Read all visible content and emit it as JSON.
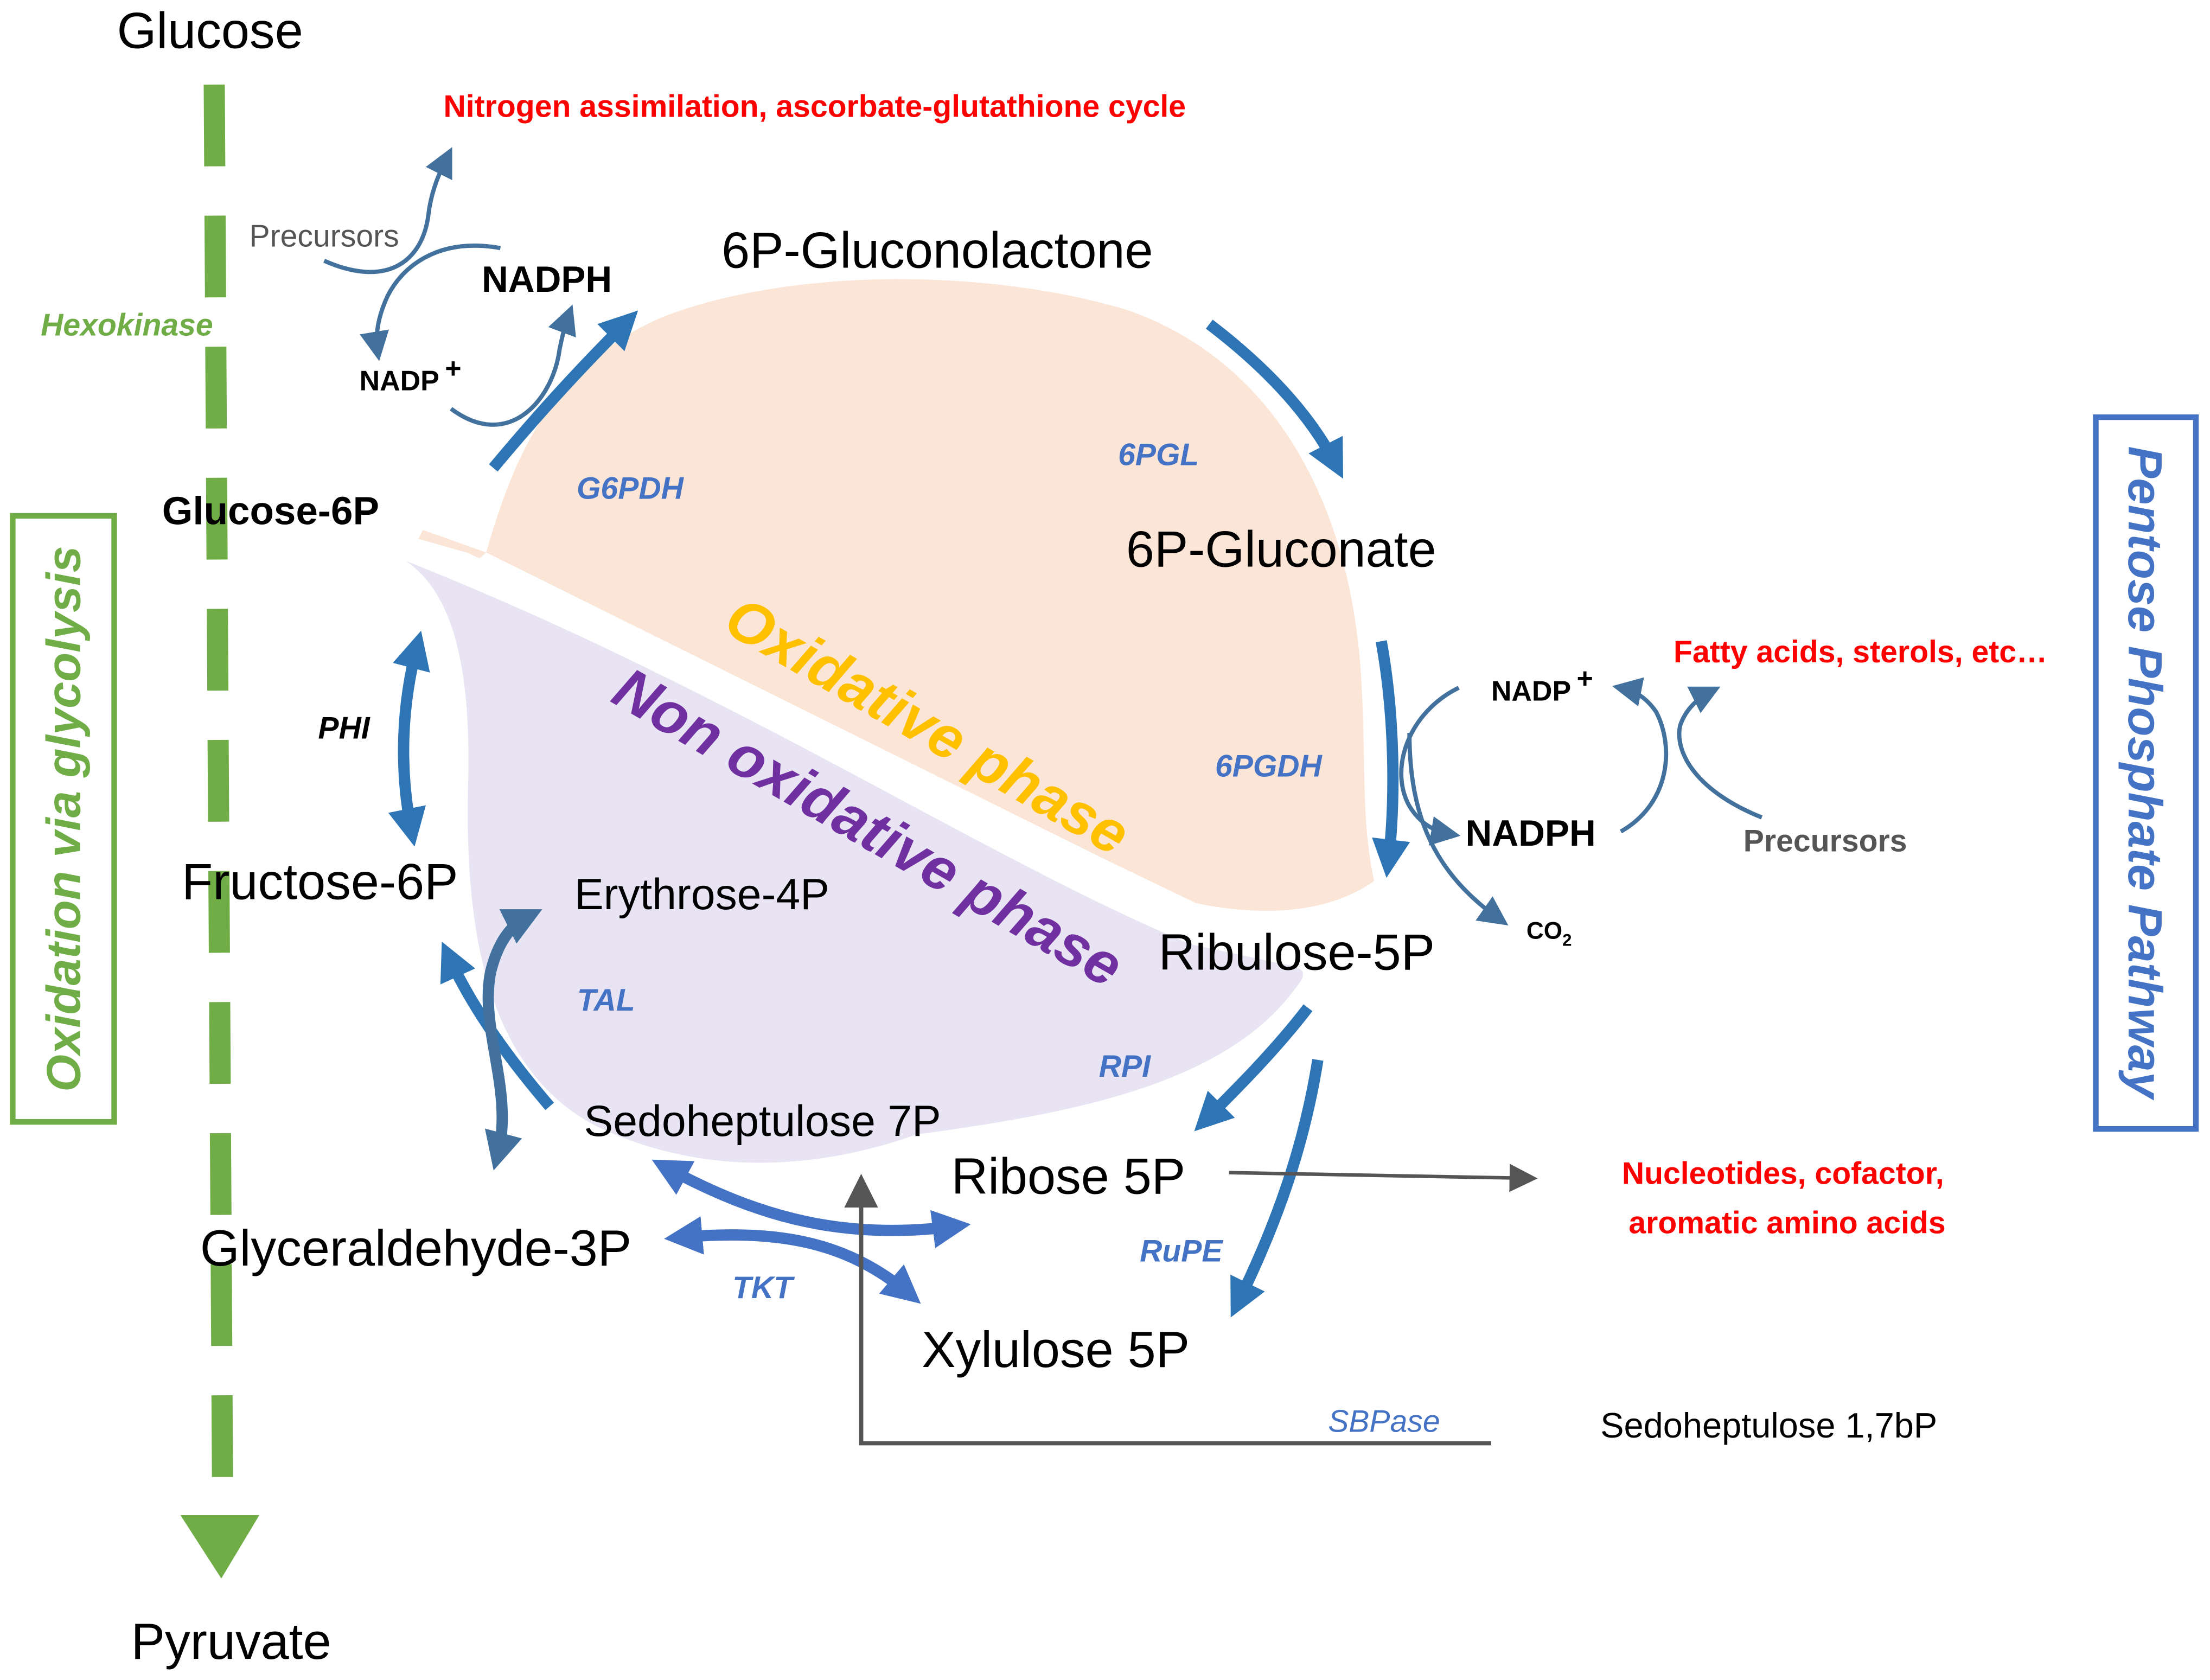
{
  "colors": {
    "glycolysis_green": "#70ad47",
    "arrow_blue": "#2e75b6",
    "enzyme_blue": "#4472c4",
    "output_red": "#ff0000",
    "oxidative_fill": "#fbe5d6",
    "nonoxidative_fill": "#e8e4f4",
    "oxidative_label": "#ffc000",
    "nonoxidative_label": "#7030a0",
    "side_box_blue": "#4472c4",
    "grey_line": "#555555"
  },
  "glycolysis": {
    "start": "Glucose",
    "end": "Pyruvate",
    "enzyme_hexokinase": "Hexokinase",
    "box_label": "Oxidation via glycolysis"
  },
  "pathway_box_label": "Pentose Phosphate Pathway",
  "phases": {
    "oxidative": "Oxidative phase",
    "non_oxidative": "Non oxidative phase"
  },
  "metabolites": {
    "glucose_6p": "Glucose-6P",
    "gluconolactone": "6P-Gluconolactone",
    "gluconate": "6P-Gluconate",
    "ribulose_5p": "Ribulose-5P",
    "fructose_6p": "Fructose-6P",
    "erythrose_4p": "Erythrose-4P",
    "sedoheptulose_7p": "Sedoheptulose 7P",
    "ribose_5p": "Ribose 5P",
    "glyceraldehyde_3p": "Glyceraldehyde-3P",
    "xylulose_5p": "Xylulose 5P",
    "sedoheptulose_17bp": "Sedoheptulose 1,7bP"
  },
  "enzymes": {
    "g6pdh": "G6PDH",
    "pgl": "6PGL",
    "pgdh": "6PGDH",
    "phi": "PHI",
    "tal": "TAL",
    "rpi": "RPI",
    "rupe": "RuPE",
    "tkt": "TKT",
    "sbpase": "SBPase"
  },
  "cofactors": {
    "nadph_top": "NADPH",
    "nadp_top": "NADP",
    "nadp_top_sup": "+",
    "precursors_top": "Precursors",
    "nadph_right": "NADPH",
    "nadp_right": "NADP",
    "nadp_right_sup": "+",
    "precursors_right": "Precursors",
    "co2": "CO",
    "co2_sub": "2"
  },
  "outputs": {
    "top": "Nitrogen assimilation, ascorbate-glutathione cycle",
    "right": "Fatty acids, sterols, etc…",
    "ribose_line1": "Nucleotides, cofactor,",
    "ribose_line2": "aromatic amino acids"
  }
}
